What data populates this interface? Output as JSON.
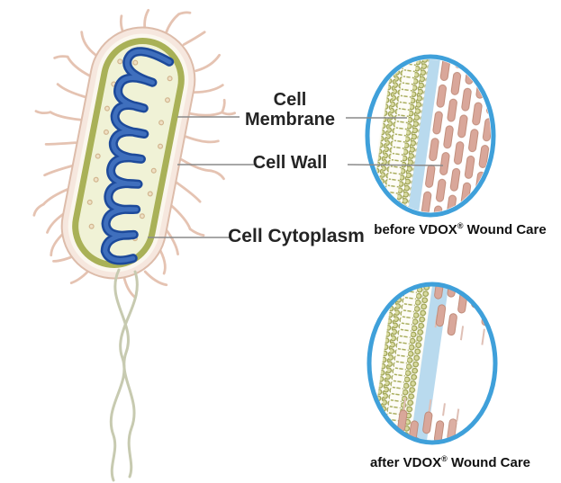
{
  "diagram": {
    "title_context": "bacterial cell wall diagram",
    "labels": {
      "cell_membrane": "Cell\nMembrane",
      "cell_wall": "Cell Wall",
      "cell_cytoplasm": "Cell Cytoplasm"
    },
    "captions": {
      "before": {
        "prefix": "before VDOX",
        "reg": "®",
        "suffix": " Wound Care"
      },
      "after": {
        "prefix": "after VDOX",
        "reg": "®",
        "suffix": " Wound Care"
      }
    },
    "colors": {
      "circle_outline": "#3fa0da",
      "periplasm_blue": "#b9daee",
      "lipid_olive": "#a9ad5c",
      "peptidoglycan_rod_pink": "#d9a79a",
      "capsule_pink": "#f6e7de",
      "membrane_green": "#a9b157",
      "cytoplasm_cream": "#f0f2d6",
      "dna_blue": "#1d4a9b",
      "pili_pink": "#e5c3b2",
      "flagella_grey": "#c7cab0",
      "label_text": "#242424",
      "leader_line_grey": "#8a8a8a"
    }
  }
}
